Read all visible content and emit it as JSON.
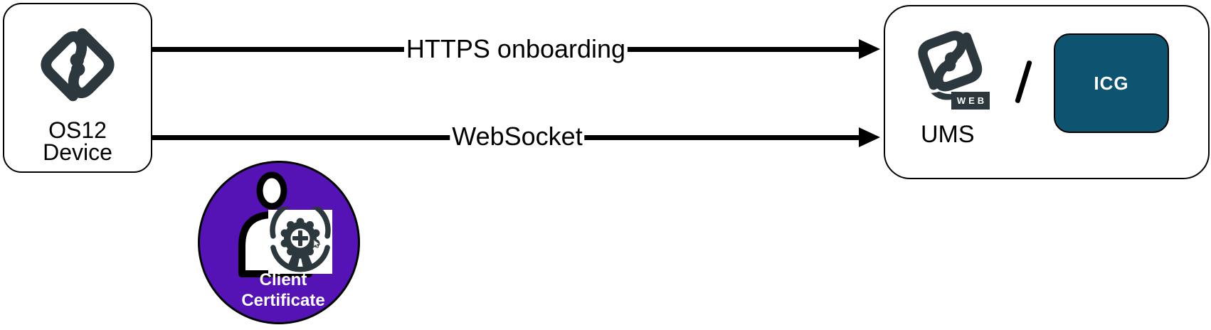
{
  "diagram": {
    "device_node": {
      "label_line1": "OS12",
      "label_line2": "Device"
    },
    "arrows": [
      {
        "label": "HTTPS onboarding"
      },
      {
        "label": "WebSocket"
      }
    ],
    "server_node": {
      "label": "UMS",
      "web_badge": "WEB",
      "separator": "/",
      "icg_label": "ICG"
    },
    "certificate_node": {
      "label_line1": "Client",
      "label_line2": "Certificate"
    }
  },
  "icons": {
    "device_logo": "igel-os-logo",
    "server_logo": "igel-ums-web-logo",
    "person": "person-icon",
    "badge": "certificate-badge-icon"
  },
  "colors": {
    "logo_charcoal": "#2c383d",
    "certificate_purple": "#5512b5",
    "icg_teal": "#0e5470",
    "line_black": "#000000",
    "background": "#ffffff"
  }
}
